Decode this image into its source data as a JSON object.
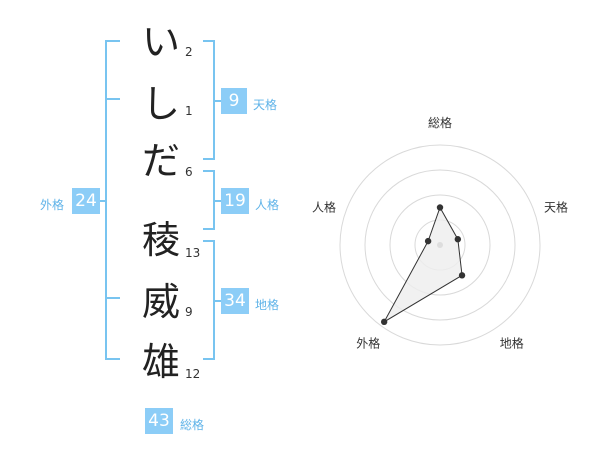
{
  "name": {
    "chars": [
      {
        "char": "い",
        "strokes": "2"
      },
      {
        "char": "し",
        "strokes": "1"
      },
      {
        "char": "だ",
        "strokes": "6"
      },
      {
        "char": "稜",
        "strokes": "13"
      },
      {
        "char": "威",
        "strokes": "9"
      },
      {
        "char": "雄",
        "strokes": "12"
      }
    ]
  },
  "fortune": {
    "tenkaku": {
      "value": "9",
      "label": "天格"
    },
    "jinkaku": {
      "value": "19",
      "label": "人格"
    },
    "chikaku": {
      "value": "34",
      "label": "地格"
    },
    "gaikaku": {
      "value": "24",
      "label": "外格"
    },
    "soukaku": {
      "value": "43",
      "label": "総格"
    }
  },
  "chart_data": {
    "type": "radar",
    "axes": [
      "総格",
      "天格",
      "地格",
      "外格",
      "人格"
    ],
    "values": [
      1.5,
      0.75,
      1.5,
      3.8,
      0.5
    ],
    "max": 4,
    "rings": 4
  },
  "colors": {
    "accent": "#78c4f0",
    "badge": "#8ccdf7",
    "radar_point": "#333333",
    "radar_fill": "#eeeeee"
  }
}
